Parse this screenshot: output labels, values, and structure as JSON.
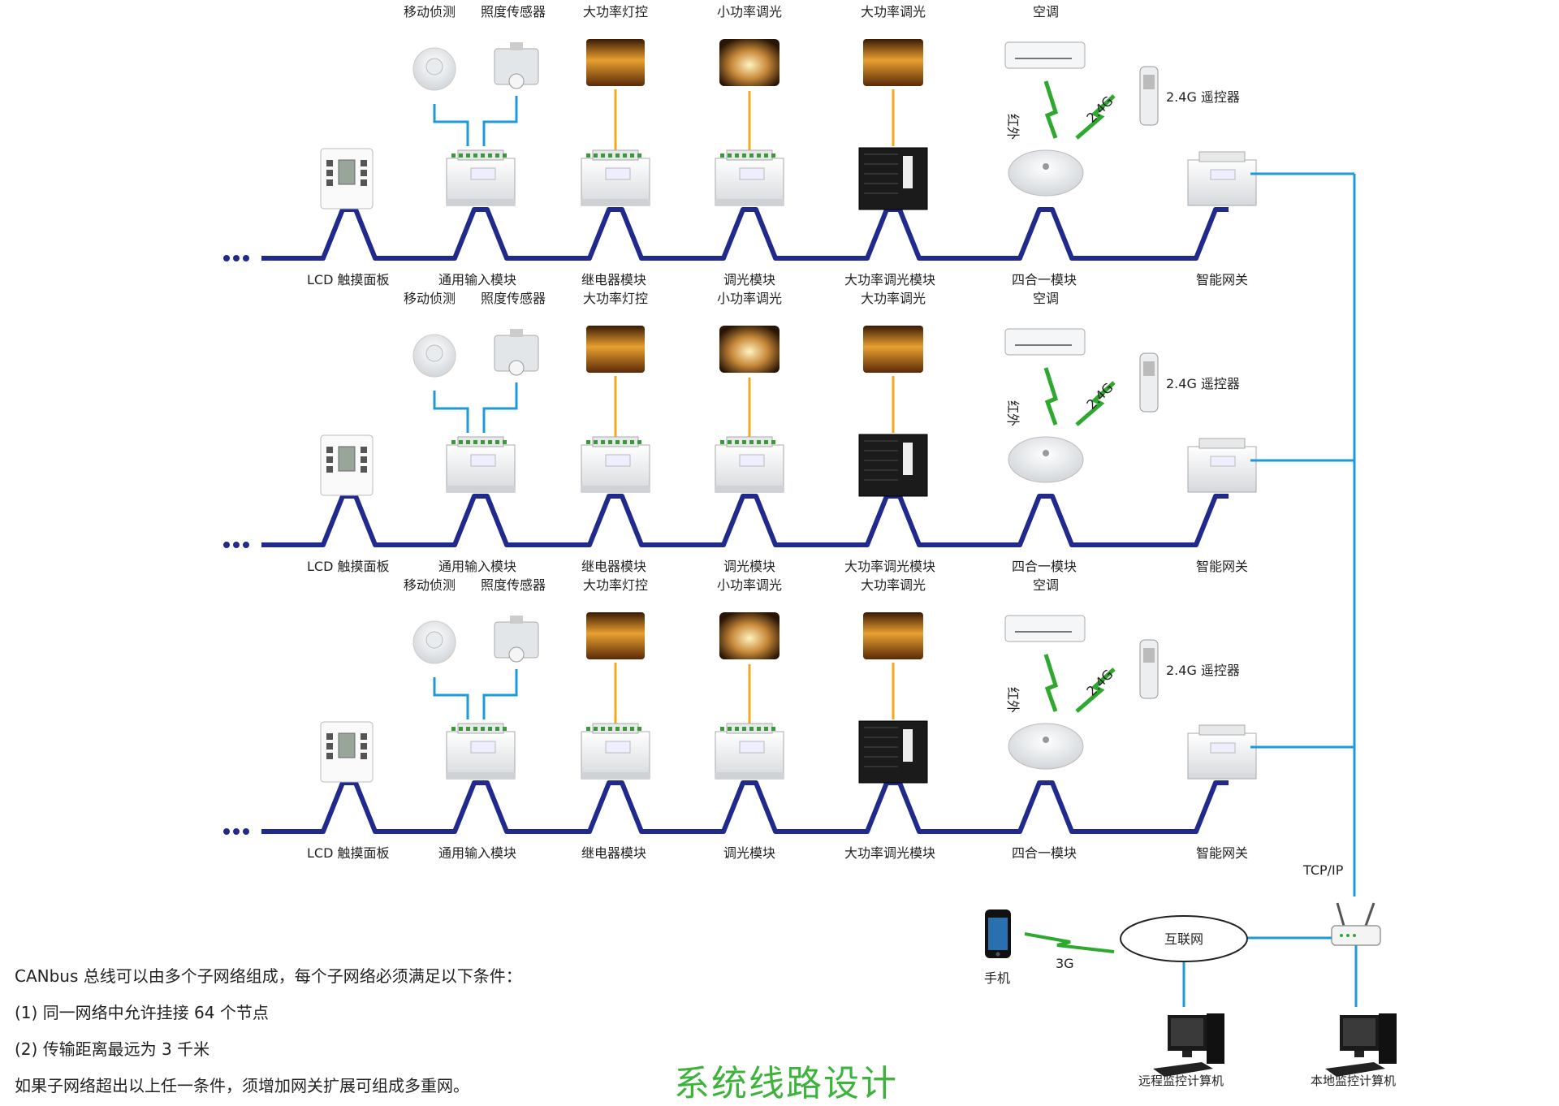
{
  "rows": [
    {
      "top_labels": {
        "motion": "移动侦测",
        "lux": "照度传感器",
        "big_ctrl": "大功率灯控",
        "small_dim": "小功率调光",
        "big_dim": "大功率调光",
        "ac": "空调"
      },
      "remote": "2.4G 遥控器",
      "ir_label": "红外",
      "rf_label": "2.4G",
      "bottom_labels": [
        "LCD 触摸面板",
        "通用输入模块",
        "继电器模块",
        "调光模块",
        "大功率调光模块",
        "四合一模块",
        "智能网关"
      ]
    },
    {
      "top_labels": {
        "motion": "移动侦测",
        "lux": "照度传感器",
        "big_ctrl": "大功率灯控",
        "small_dim": "小功率调光",
        "big_dim": "大功率调光",
        "ac": "空调"
      },
      "remote": "2.4G 遥控器",
      "ir_label": "红外",
      "rf_label": "2.4G",
      "bottom_labels": [
        "LCD 触摸面板",
        "通用输入模块",
        "继电器模块",
        "调光模块",
        "大功率调光模块",
        "四合一模块",
        "智能网关"
      ]
    },
    {
      "top_labels": {
        "motion": "移动侦测",
        "lux": "照度传感器",
        "big_ctrl": "大功率灯控",
        "small_dim": "小功率调光",
        "big_dim": "大功率调光",
        "ac": "空调"
      },
      "remote": "2.4G 遥控器",
      "ir_label": "红外",
      "rf_label": "2.4G",
      "bottom_labels": [
        "LCD 触摸面板",
        "通用输入模块",
        "继电器模块",
        "调光模块",
        "大功率调光模块",
        "四合一模块",
        "智能网关"
      ]
    }
  ],
  "network": {
    "tcpip": "TCP/IP",
    "internet": "互联网",
    "phone": "手机",
    "g3": "3G",
    "remote_pc": "远程监控计算机",
    "local_pc": "本地监控计算机"
  },
  "notes": [
    "CANbus 总线可以由多个子网络组成，每个子网络必须满足以下条件：",
    "(1) 同一网络中允许挂接 64 个节点",
    "(2) 传输距离最远为 3 千米",
    "如果子网络超出以上任一条件，须增加网关扩展可组成多重网。"
  ],
  "title": "系统线路设计",
  "colors": {
    "bus": "#1f2a8c",
    "sensor_line": "#1e9ad6",
    "light_line": "#f0a81e",
    "wireless": "#2fa82f",
    "title": "#3cb43c"
  }
}
